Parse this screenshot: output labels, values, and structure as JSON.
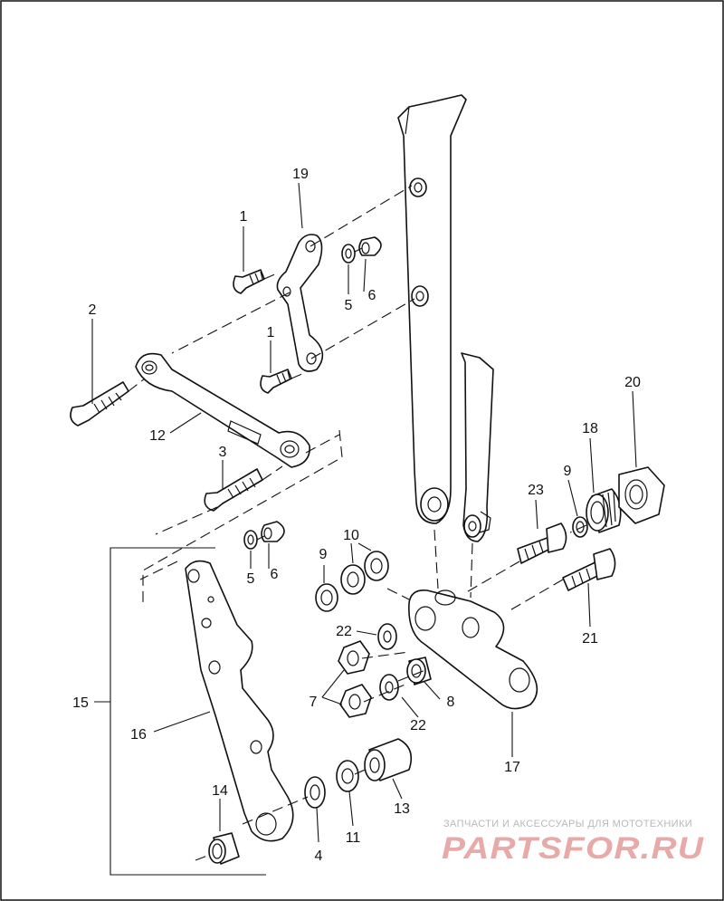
{
  "diagram": {
    "callouts": {
      "n1a": "1",
      "n1b": "1",
      "n2": "2",
      "n3": "3",
      "n4": "4",
      "n5a": "5",
      "n5b": "5",
      "n6a": "6",
      "n6b": "6",
      "n7": "7",
      "n8": "8",
      "n9a": "9",
      "n9b": "9",
      "n10": "10",
      "n11": "11",
      "n12": "12",
      "n13": "13",
      "n14": "14",
      "n15": "15",
      "n16": "16",
      "n17": "17",
      "n18": "18",
      "n19": "19",
      "n20": "20",
      "n21": "21",
      "n22a": "22",
      "n22b": "22",
      "n23": "23"
    }
  },
  "watermark": {
    "tagline": "ЗАПЧАСТИ И АКСЕССУАРЫ ДЛЯ МОТОТЕХНИКИ",
    "brand": "PARTSFOR.RU",
    "colors": {
      "brand": "#e8a9a9",
      "tagline": "#b8b8b8"
    }
  }
}
